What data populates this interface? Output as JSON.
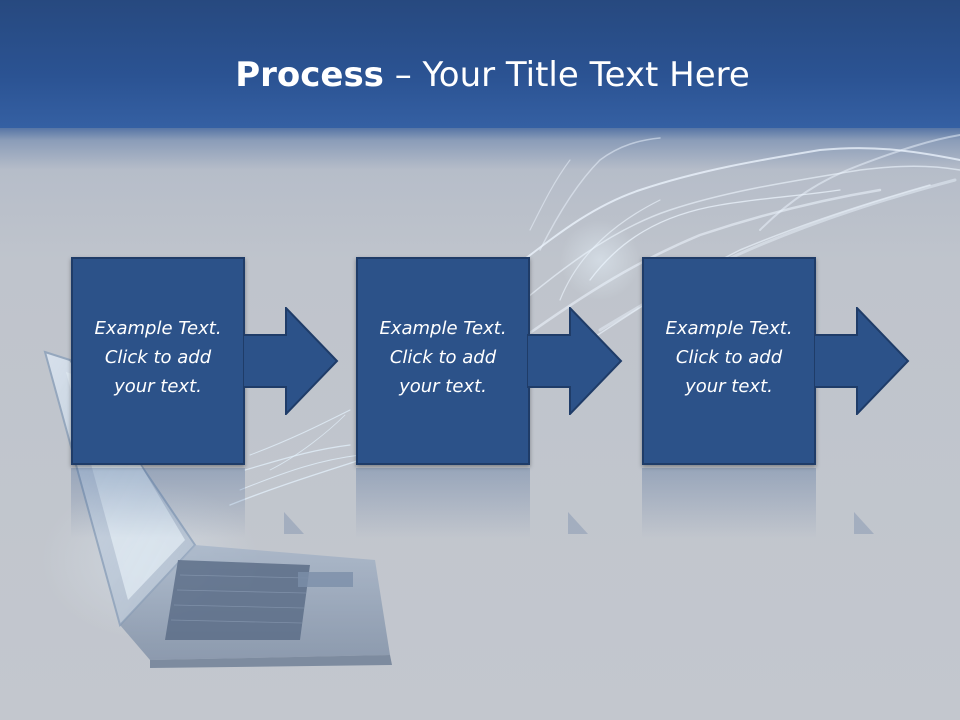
{
  "slide": {
    "title_bold": "Process",
    "title_rest": " – Your Title Text Here"
  },
  "steps": [
    {
      "line1": "Example Text.",
      "line2": "Click  to add",
      "line3": "your text."
    },
    {
      "line1": "Example Text.",
      "line2": "Click  to add",
      "line3": "your text."
    },
    {
      "line1": "Example Text.",
      "line2": "Click  to add",
      "line3": "your text."
    }
  ],
  "colors": {
    "header": "#2b5393",
    "block": "#2c5289",
    "block_border": "#1f3c68",
    "background": "#c3c7ce",
    "text": "#ffffff"
  },
  "icons": [
    "laptop-illustration",
    "light-streaks",
    "right-arrow-icon"
  ]
}
